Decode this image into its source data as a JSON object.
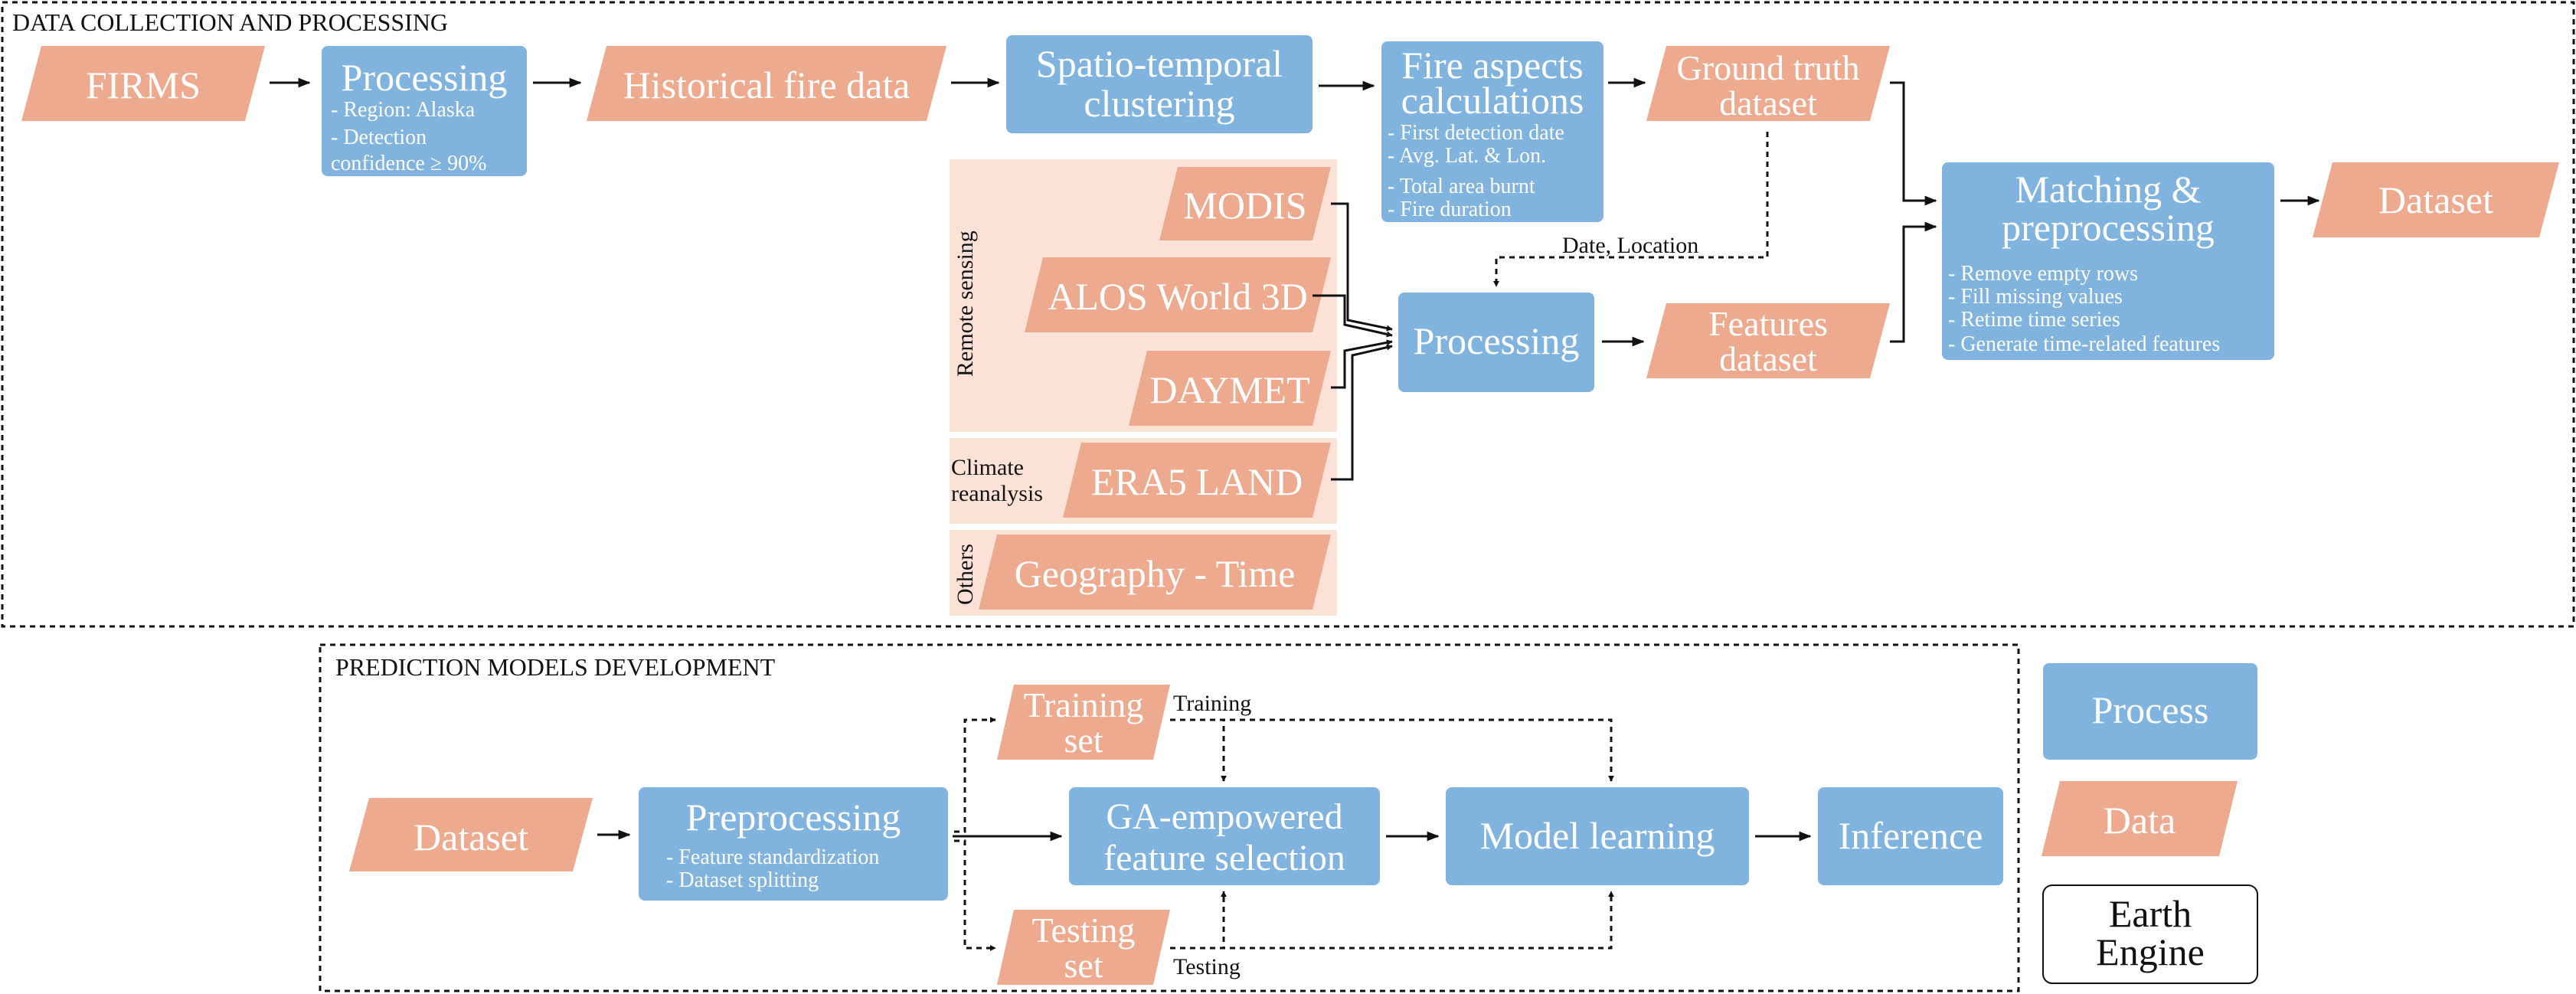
{
  "sections": {
    "collection": "DATA COLLECTION AND PROCESSING",
    "prediction": "PREDICTION MODELS DEVELOPMENT"
  },
  "groups": {
    "remote_sensing": "Remote sensing",
    "climate_line1": "Climate",
    "climate_line2": "reanalysis",
    "others": "Others"
  },
  "nodes": {
    "firms": "FIRMS",
    "processing1_title": "Processing",
    "processing1_items": [
      "- Region: Alaska",
      "- Detection",
      "confidence ≥ 90%"
    ],
    "historical": "Historical fire data",
    "clustering_line1": "Spatio-temporal",
    "clustering_line2": "clustering",
    "fire_aspects_line1": "Fire aspects",
    "fire_aspects_line2": "calculations",
    "fire_aspects_items": [
      "- First detection date",
      "- Avg. Lat. & Lon.",
      "- Total area burnt",
      "- Fire duration"
    ],
    "ground_truth_line1": "Ground truth",
    "ground_truth_line2": "dataset",
    "modis": "MODIS",
    "alos": "ALOS World 3D",
    "daymet": "DAYMET",
    "era5": "ERA5 LAND",
    "geo_time": "Geography - Time",
    "processing2": "Processing",
    "features_line1": "Features",
    "features_line2": "dataset",
    "matching_line1": "Matching &",
    "matching_line2": "preprocessing",
    "matching_items": [
      "- Remove empty rows",
      "- Fill missing values",
      "- Retime time series",
      "- Generate time-related features"
    ],
    "dataset_out": "Dataset",
    "dataset_in": "Dataset",
    "preprocessing_title": "Preprocessing",
    "preprocessing_items": [
      "- Feature standardization",
      "- Dataset splitting"
    ],
    "training_line1": "Training",
    "training_line2": "set",
    "testing_line1": "Testing",
    "testing_line2": "set",
    "ga_line1": "GA-empowered",
    "ga_line2": "feature selection",
    "model_learning": "Model learning",
    "inference": "Inference"
  },
  "edge_labels": {
    "date_location": "Date, Location",
    "training": "Training",
    "testing": "Testing"
  },
  "legend": {
    "process": "Process",
    "data": "Data",
    "ee_line1": "Earth",
    "ee_line2": "Engine"
  },
  "colors": {
    "process": "#80b4df",
    "data": "#eeaa8e",
    "band": "#fbe1d6"
  }
}
